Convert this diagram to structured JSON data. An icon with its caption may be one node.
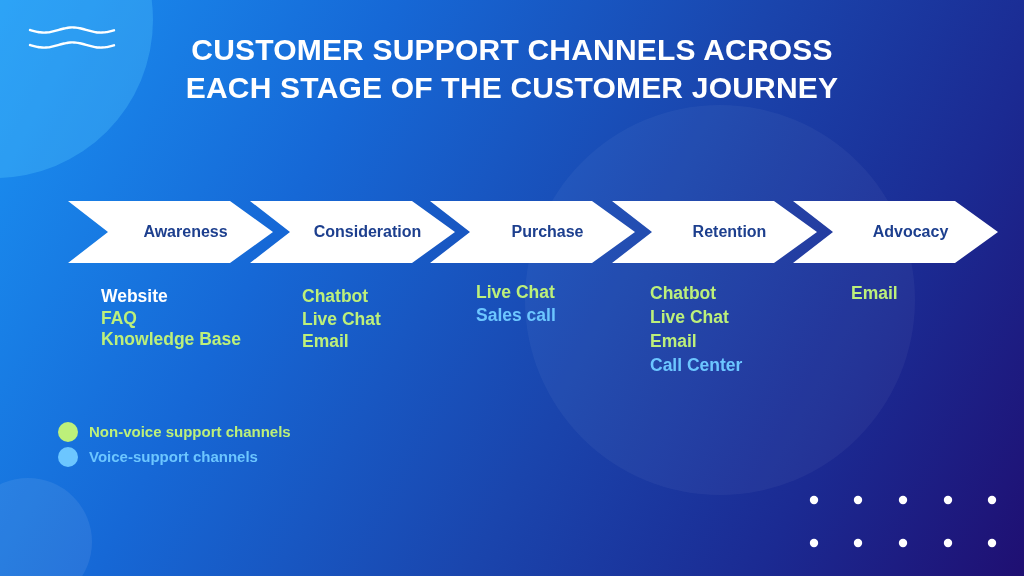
{
  "diagram": {
    "title": "CUSTOMER SUPPORT CHANNELS ACROSS EACH STAGE OF THE CUSTOMER JOURNEY",
    "nodes": [
      {
        "text": [
          "Awareness"
        ],
        "beside": [
          "Website",
          "FAQ",
          "Knowledge Base"
        ]
      },
      {
        "text": [
          "Consideration"
        ],
        "beside": [
          "Chatbot",
          "Live Chat",
          "Email"
        ]
      },
      {
        "text": [
          "Purchase"
        ],
        "beside": [
          "Live Chat",
          "Sales call"
        ]
      },
      {
        "text": [
          "Retention"
        ],
        "beside": [
          "Chatbot",
          "Live Chat",
          "Email",
          "Call Center"
        ]
      },
      {
        "text": [
          "Advocacy"
        ],
        "beside": [
          "Email"
        ]
      }
    ],
    "legend": [
      {
        "text": "Non-voice support channels",
        "color": "#bdf07a"
      },
      {
        "text": "Voice-support channels",
        "color": "#6cc6ff"
      }
    ]
  }
}
